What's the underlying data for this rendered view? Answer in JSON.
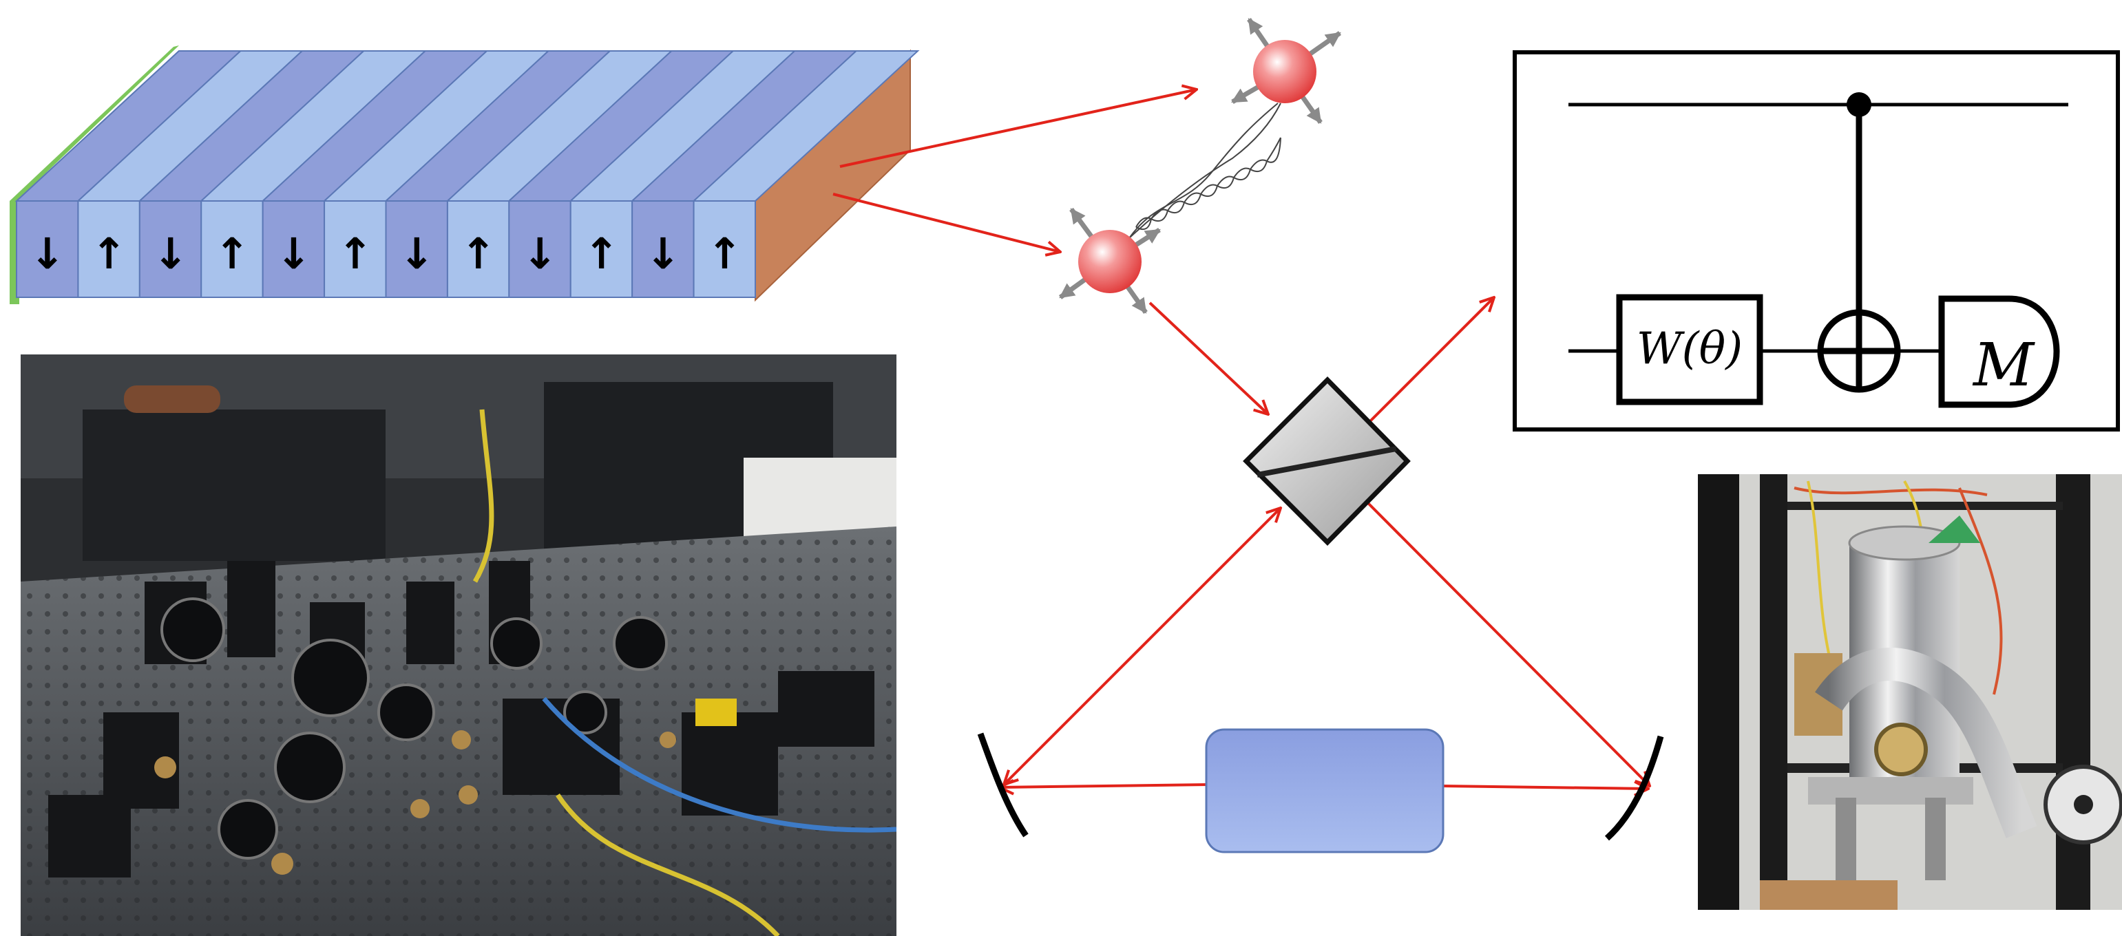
{
  "crystal": {
    "domain_arrows": [
      "↓",
      "↑",
      "↓",
      "↑",
      "↓",
      "↑",
      "↓",
      "↑",
      "↓",
      "↑",
      "↓",
      "↑"
    ],
    "colors": {
      "dark": "#8f9ed9",
      "light": "#a8c2ec",
      "edge": "#5b78b6",
      "input_face": "#7cc65a",
      "output_face": "#c8825a"
    }
  },
  "photons": {
    "color": "#e84a4a",
    "emission_arrow_color": "#8a8a8a"
  },
  "beams": {
    "color": "#e2231a"
  },
  "circuit": {
    "gate_label": "W(θ)",
    "measure_label": "M",
    "gates": [
      "control-dot",
      "cnot-target",
      "measurement"
    ]
  },
  "cavity": {
    "element_color": "#9aaee0"
  },
  "photos": {
    "left": "optical-table-photo",
    "right": "cryostat-photo"
  }
}
